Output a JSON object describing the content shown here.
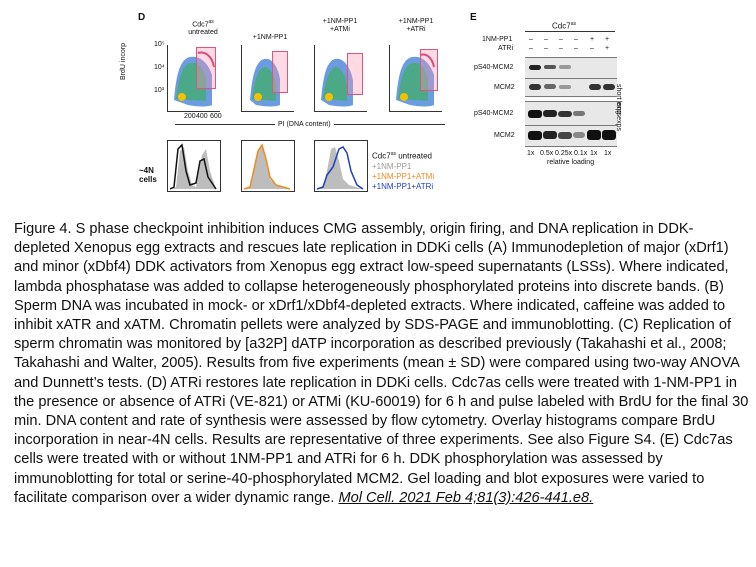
{
  "panel_d": {
    "letter": "D",
    "conditions": [
      {
        "line1": "Cdc7",
        "sup": "as",
        "line2": "untreated"
      },
      {
        "line1": "+1NM-PP1",
        "sup": "",
        "line2": ""
      },
      {
        "line1": "+1NM-PP1",
        "sup": "",
        "line2": "+ATMi"
      },
      {
        "line1": "+1NM-PP1",
        "sup": "",
        "line2": "+ATRi"
      }
    ],
    "y_axis_label": "BrdU incorp",
    "x_axis_label": "PI (DNA content)",
    "y_ticks": [
      "10⁵",
      "10⁴",
      "10³"
    ],
    "x_ticks": [
      "200",
      "400",
      "600"
    ],
    "hist_row_label_1": "~4N",
    "hist_row_label_2": "cells",
    "legend": {
      "title": "Cdc7",
      "title_sup": "as",
      "title_rest": " untreated",
      "items": [
        {
          "label": "+1NM-PP1",
          "color": "#9a9a9a"
        },
        {
          "label": "+1NM-PP1+ATMi",
          "color": "#f08a1c"
        },
        {
          "label": "+1NM-PP1+ATRi",
          "color": "#1f3fbf"
        }
      ]
    }
  },
  "panel_e": {
    "letter": "E",
    "header": "Cdc7",
    "header_sup": "as",
    "row1_label": "1NM-PP1",
    "row1_marks": [
      "–",
      "–",
      "–",
      "–",
      "+",
      "+"
    ],
    "row2_label": "ATRi",
    "row2_marks": [
      "–",
      "–",
      "–",
      "–",
      "–",
      "+"
    ],
    "blot_labels": [
      "pS40-MCM2",
      "MCM2",
      "pS40-MCM2",
      "MCM2"
    ],
    "side_label_1": "short exps",
    "side_label_2": "long exps",
    "loading": [
      "1x",
      "0.5x",
      "0.25x",
      "0.1x",
      "1x",
      "1x"
    ],
    "loading_caption": "relative loading"
  },
  "caption": {
    "text": "Figure 4. S phase checkpoint inhibition induces CMG assembly, origin firing, and DNA replication in DDK-depleted Xenopus egg extracts and rescues late replication in DDKi cells (A) Immunodepletion of major (xDrf1) and minor (xDbf4) DDK activators from Xenopus egg extract low-speed supernatants (LSSs). Where indicated, lambda phosphatase was added to collapse heterogeneously phosphorylated proteins into discrete bands. (B) Sperm DNA was incubated in mock- or xDrf1/xDbf4-depleted extracts. Where indicated, caffeine was added to inhibit xATR and xATM. Chromatin pellets were analyzed by SDS-PAGE and immunoblotting. (C) Replication of sperm chromatin was monitored by [a32P] dATP incorporation as described previously (Takahashi et al., 2008; Takahashi and Walter, 2005). Results from five experiments (mean ± SD) were compared using two-way ANOVA and Dunnett’s tests. (D) ATRi restores late replication in DDKi cells. Cdc7as cells were treated with 1-NM-PP1 in the presence or absence of ATRi (VE-821) or ATMi (KU-60019) for 6 h and pulse labeled with BrdU for the final 30 min. DNA content and rate of synthesis were assessed by flow cytometry. Overlay histograms compare BrdU incorporation in near-4N cells. Results are representative of three experiments. See also Figure S4. (E) Cdc7as cells were treated with or without 1NM-PP1 and ATRi for 6 h. DDK phosphorylation was assessed by immunoblotting for total or serine-40-phosphorylated MCM2. Gel loading and blot exposures were varied to facilitate comparison over a wider dynamic range. ",
    "citation": "Mol Cell. 2021 Feb 4;81(3):426-441.e8."
  }
}
